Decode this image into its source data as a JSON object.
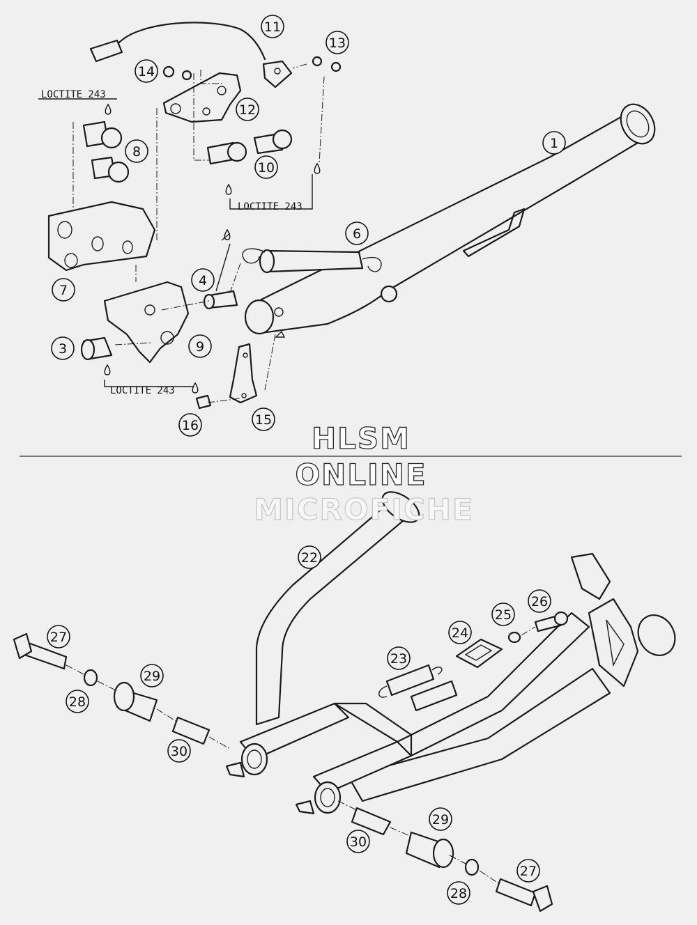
{
  "watermark": {
    "line1": "HLSM",
    "line2": "ONLINE",
    "line3": "MICROFICHE"
  },
  "loctite_labels": [
    "LOCTITE 243",
    "LOCTITE 243",
    "LOCTITE 243"
  ],
  "callouts": [
    {
      "id": "c1",
      "label": "1"
    },
    {
      "id": "c3",
      "label": "3"
    },
    {
      "id": "c4",
      "label": "4"
    },
    {
      "id": "c6",
      "label": "6"
    },
    {
      "id": "c7",
      "label": "7"
    },
    {
      "id": "c8",
      "label": "8"
    },
    {
      "id": "c9",
      "label": "9"
    },
    {
      "id": "c10",
      "label": "10"
    },
    {
      "id": "c11",
      "label": "11"
    },
    {
      "id": "c12",
      "label": "12"
    },
    {
      "id": "c13",
      "label": "13"
    },
    {
      "id": "c14",
      "label": "14"
    },
    {
      "id": "c15",
      "label": "15"
    },
    {
      "id": "c16",
      "label": "16"
    },
    {
      "id": "c22",
      "label": "22"
    },
    {
      "id": "c23",
      "label": "23"
    },
    {
      "id": "c24",
      "label": "24"
    },
    {
      "id": "c25",
      "label": "25"
    },
    {
      "id": "c26",
      "label": "26"
    },
    {
      "id": "c27a",
      "label": "27"
    },
    {
      "id": "c28a",
      "label": "28"
    },
    {
      "id": "c29a",
      "label": "29"
    },
    {
      "id": "c30a",
      "label": "30"
    },
    {
      "id": "c27b",
      "label": "27"
    },
    {
      "id": "c28b",
      "label": "28"
    },
    {
      "id": "c29b",
      "label": "29"
    },
    {
      "id": "c30b",
      "label": "30"
    }
  ]
}
